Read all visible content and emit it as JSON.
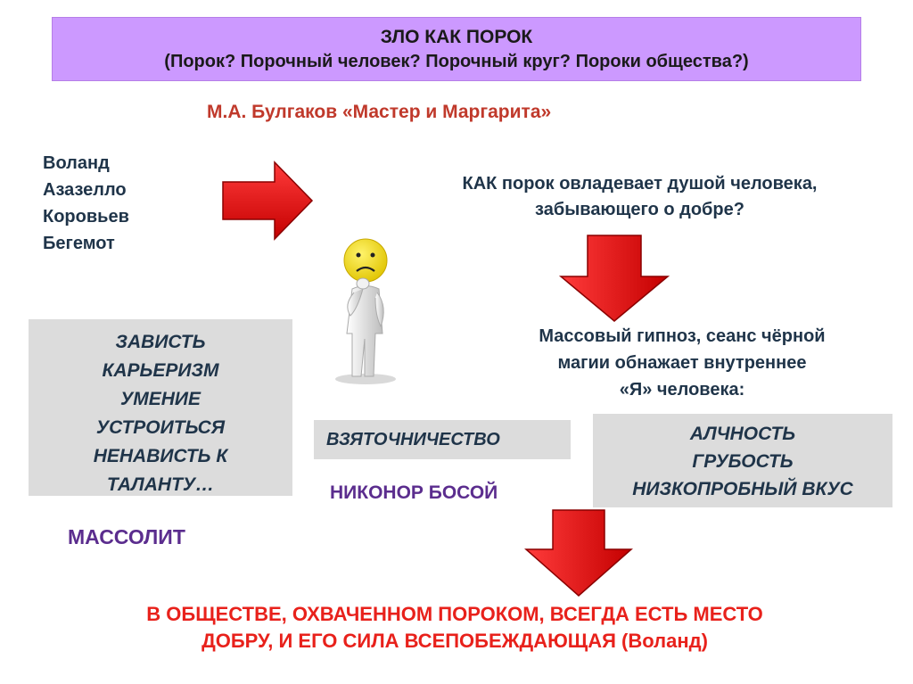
{
  "header": {
    "line1": "ЗЛО КАК ПОРОК",
    "line2": "(Порок? Порочный человек? Порочный круг? Пороки общества?)"
  },
  "subtitle": "М.А. Булгаков «Мастер и Маргарита»",
  "characters": [
    "Воланд",
    "Азазелло",
    "Коровьев",
    "Бегемот"
  ],
  "question": {
    "line1": "КАК порок овладевает душой человека,",
    "line2": "забывающего о добре?"
  },
  "hypnosis": {
    "line1": "Массовый гипноз, сеанс чёрной",
    "line2": "магии обнажает внутреннее",
    "line3": "«Я»  человека:"
  },
  "vices_left": [
    "ЗАВИСТЬ",
    "КАРЬЕРИЗМ",
    "УМЕНИЕ",
    "УСТРОИТЬСЯ",
    "НЕНАВИСТЬ К",
    "ТАЛАНТУ…"
  ],
  "vice_mid": "ВЗЯТОЧНИЧЕСТВО",
  "vices_right": [
    "АЛЧНОСТЬ",
    "ГРУБОСТЬ",
    "НИЗКОПРОБНЫЙ ВКУС"
  ],
  "nikanor": "НИКОНОР БОСОЙ",
  "massolit": "МАССОЛИТ",
  "conclusion": {
    "line1": "В ОБЩЕСТВЕ, ОХВАЧЕННОМ ПОРОКОМ, ВСЕГДА ЕСТЬ МЕСТО",
    "line2": "ДОБРУ, И ЕГО СИЛА ВСЕПОБЕЖДАЮЩАЯ (Воланд)"
  },
  "colors": {
    "header_bg": "#cc99ff",
    "arrow_red": "#e81c1c",
    "box_gray": "#dcdcdc",
    "purple_text": "#5b2d8e",
    "red_text": "#e8211b"
  }
}
